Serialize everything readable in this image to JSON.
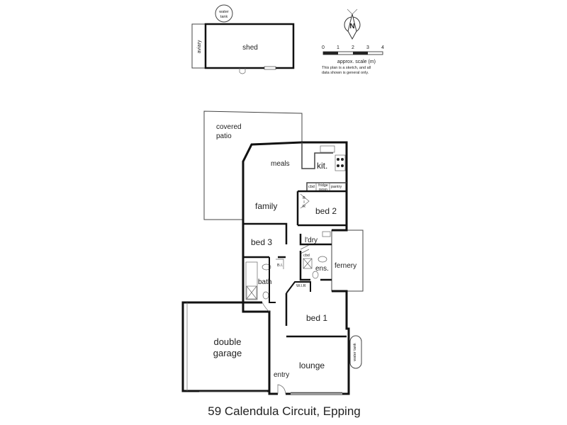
{
  "title": "59 Calendula Circuit, Epping",
  "north": "N",
  "scale": {
    "ticks": [
      "0",
      "1",
      "2",
      "3",
      "4"
    ],
    "label": "approx. scale (m)",
    "disclaimer_line1": "This plan is a sketch, and all",
    "disclaimer_line2": "data shown is general only."
  },
  "outbuildings": {
    "shed": "shed",
    "aviary": "aviary",
    "water_tank_line1": "water",
    "water_tank_line2": "tank"
  },
  "rooms": {
    "covered_patio_line1": "covered",
    "covered_patio_line2": "patio",
    "meals": "meals",
    "kitchen": "kit.",
    "cbd_kitchen": "cbd",
    "fridge_line1": "fridge",
    "fridge_line2": "posn",
    "pantry": "pantry",
    "family": "family",
    "bed2": "bed 2",
    "bir_line1": "B",
    "bir_line2": "I",
    "bir_line3": "R",
    "bed3": "bed 3",
    "ldry": "l'dry",
    "cbd_ldry": "cbd",
    "ens": "ens.",
    "bath": "bath",
    "bir_bath": "B.I.",
    "wir": "W.I.R",
    "fernery": "fernery",
    "bed1": "bed 1",
    "double_garage_line1": "double",
    "double_garage_line2": "garage",
    "lounge": "lounge",
    "entry": "entry",
    "water_tank_side": "water tank"
  }
}
